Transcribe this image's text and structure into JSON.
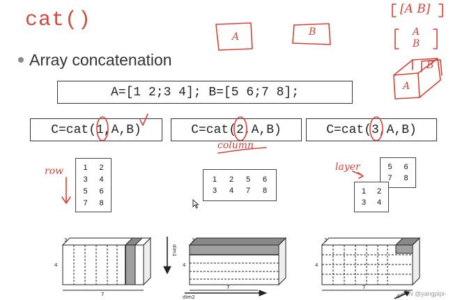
{
  "slide": {
    "title": "cat()",
    "bullet": "Array concatenation",
    "code_def": "A=[1 2;3 4]; B=[5 6;7 8];",
    "code_examples": [
      "C=cat(1,A,B)",
      "C=cat(2,A,B)",
      "C=cat(3,A,B)"
    ]
  },
  "matrices": {
    "vertical": [
      [
        "1",
        "2"
      ],
      [
        "3",
        "4"
      ],
      [
        "5",
        "6"
      ],
      [
        "7",
        "8"
      ]
    ],
    "horizontal": [
      [
        "1",
        "2",
        "5",
        "6"
      ],
      [
        "3",
        "4",
        "7",
        "8"
      ]
    ],
    "layer_back": [
      [
        "5",
        "6"
      ],
      [
        "7",
        "8"
      ]
    ],
    "layer_front": [
      [
        "1",
        "2"
      ],
      [
        "3",
        "4"
      ]
    ]
  },
  "annotations": {
    "box_a": "A",
    "box_b": "B",
    "row_ab": "[A B]",
    "col_a": "A",
    "col_b": "B",
    "cube_a": "A",
    "cube_b": "B",
    "row_word": "row",
    "column_word": "column",
    "layer_word": "layer"
  },
  "diagrams": {
    "dim_labels": [
      "3",
      "4",
      "7"
    ],
    "dim1": "dim1",
    "dim2": "dim2",
    "dim3": "dim3"
  },
  "watermark": "N @yangpipi-",
  "colors": {
    "accent": "#d04b3f",
    "ink": "#d84035"
  }
}
